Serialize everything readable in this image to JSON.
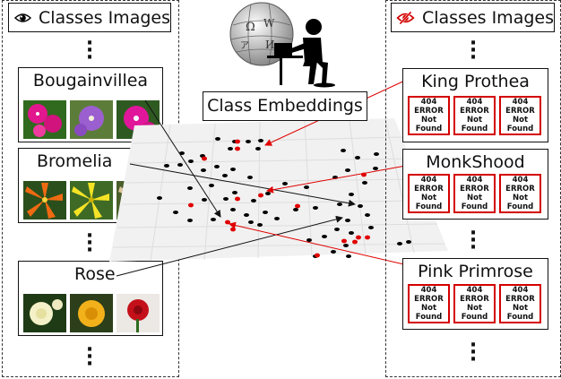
{
  "left_panel": {
    "title": "Classes Images",
    "icon": "eye-icon",
    "ellipsis": ":",
    "classes": [
      {
        "name": "Bougainvillea",
        "images": [
          "magenta-bougainvillea",
          "purple-bougainvillea",
          "pink-bougainvillea"
        ]
      },
      {
        "name": "Bromelia",
        "images": [
          "orange-bromelia",
          "yellow-bromelia",
          "tan-bromelia"
        ]
      },
      {
        "name": "Rose",
        "images": [
          "white-rose",
          "yellow-rose",
          "red-rose"
        ]
      }
    ]
  },
  "center": {
    "logo": "wikipedia-globe-icon",
    "figure": "person-at-computer-icon",
    "embedding_label": "Class Embeddings"
  },
  "right_panel": {
    "title": "Classes Images",
    "icon": "eye-slash-icon",
    "ellipsis": ":",
    "classes": [
      {
        "name": "King Prothea"
      },
      {
        "name": "MonkShood"
      },
      {
        "name": "Pink Primrose"
      }
    ],
    "error_tile": {
      "line1": "404",
      "line2": "ERROR",
      "line3": "Not",
      "line4": "Found"
    }
  },
  "colors": {
    "seen_point": "#000000",
    "unseen_point": "#e00000",
    "error_border": "#d40000",
    "unseen_icon": "#d40000"
  }
}
